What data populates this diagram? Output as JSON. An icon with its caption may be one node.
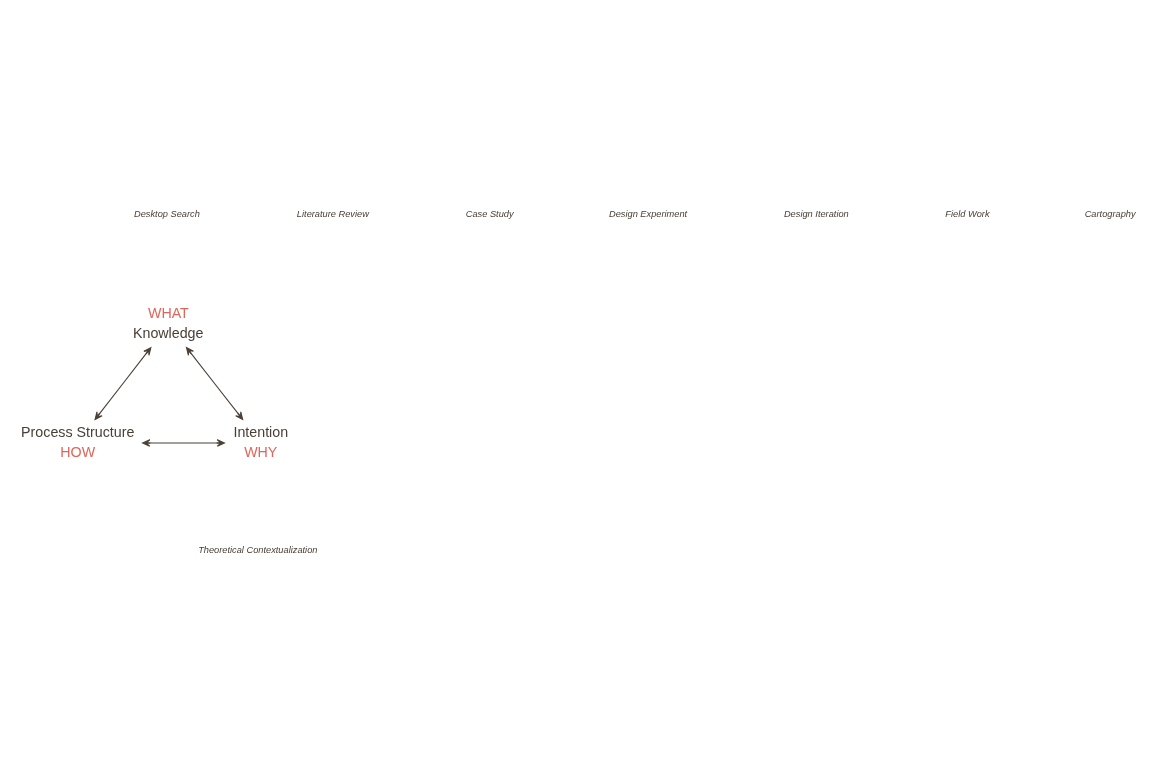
{
  "diagram": {
    "nodes": [
      {
        "text": [
          "WHAT",
          "Knowledge"
        ]
      },
      {
        "text": [
          "Process Structure",
          "HOW"
        ]
      },
      {
        "text": [
          "Intention",
          "WHY"
        ]
      }
    ],
    "edges": [
      {
        "from": 1,
        "to": 0,
        "arrow": "both"
      },
      {
        "from": 0,
        "to": 2,
        "arrow": "both"
      },
      {
        "from": 1,
        "to": 2,
        "arrow": "both"
      }
    ],
    "labels": [
      "Desktop Search",
      "Literature Review",
      "Case Study",
      "Design Experiment",
      "Design Iteration",
      "Field Work",
      "Cartography",
      "Theoretical Contextualization"
    ]
  }
}
